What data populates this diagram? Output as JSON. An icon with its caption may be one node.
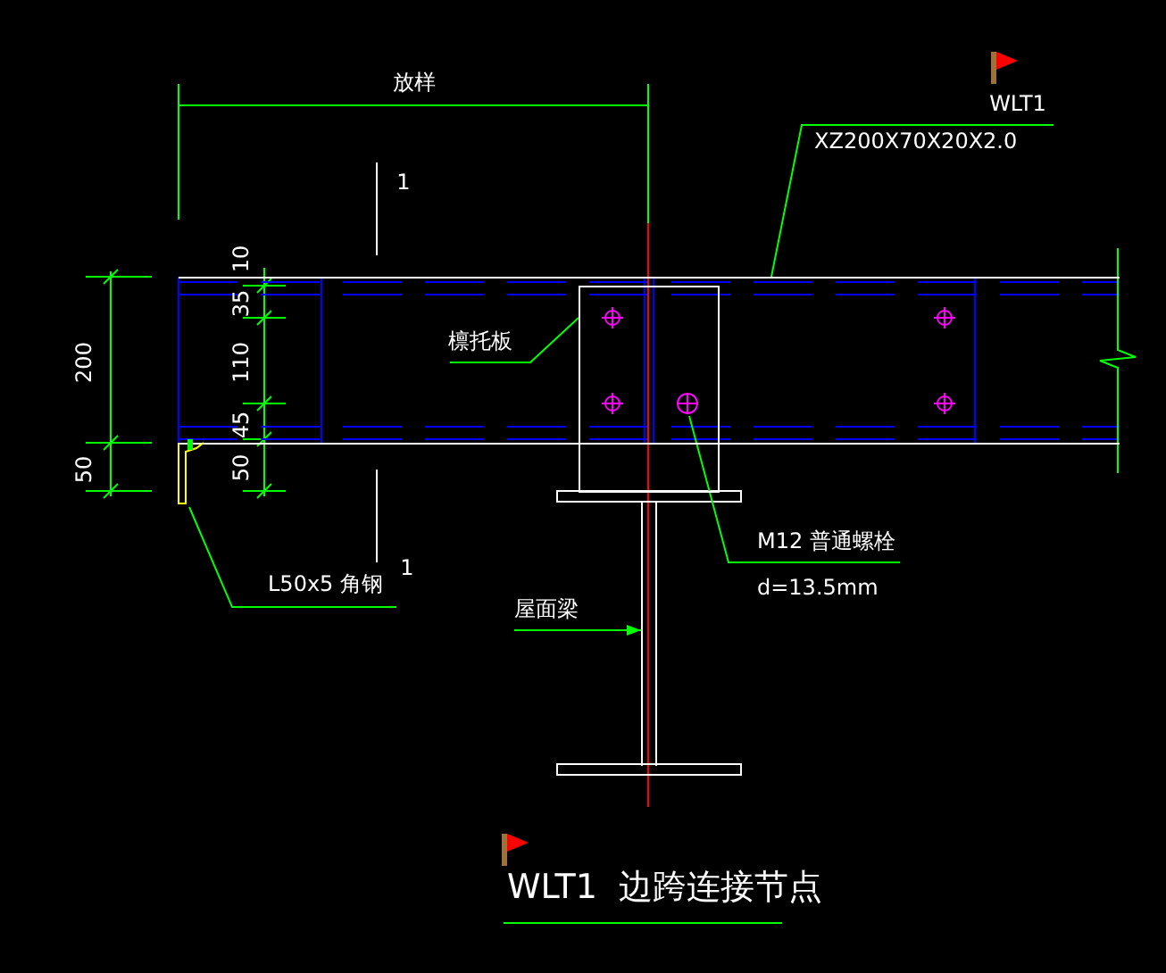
{
  "diagram": {
    "title": "WLT1  边跨连接节点",
    "nodes": [
      {
        "text": [
          "檩托板"
        ],
        "in": 3
      },
      {
        "text": [],
        "shape": "box"
      },
      {
        "text": [
          "XZ200X70X20X2.0"
        ]
      },
      {
        "text": [],
        "shape": "bar"
      },
      {
        "text": [
          "L50x5  角钢"
        ]
      },
      {
        "text": [],
        "shape": "picture"
      },
      {
        "text": [
          "屋面梁"
        ]
      },
      {
        "text": [],
        "shape": "bar"
      },
      {
        "text": [
          "M12  普通螺栓"
        ],
        "beside": [
          "d=13.5mm"
        ]
      },
      {
        "text": [],
        "shape": "circle"
      }
    ],
    "edges": [
      {
        "from": 0,
        "to": 1,
        "arrow": "none"
      },
      {
        "from": 2,
        "to": 3,
        "arrow": "none"
      },
      {
        "from": 4,
        "to": 5,
        "arrow": "none"
      },
      {
        "from": 6,
        "to": 7,
        "arrow": "to"
      },
      {
        "from": 8,
        "to": 9,
        "arrow": "none"
      }
    ],
    "labels": [
      "放样",
      "1",
      "10",
      "35",
      "110",
      "45",
      "50",
      "200",
      "50",
      "1",
      "WLT1"
    ]
  }
}
